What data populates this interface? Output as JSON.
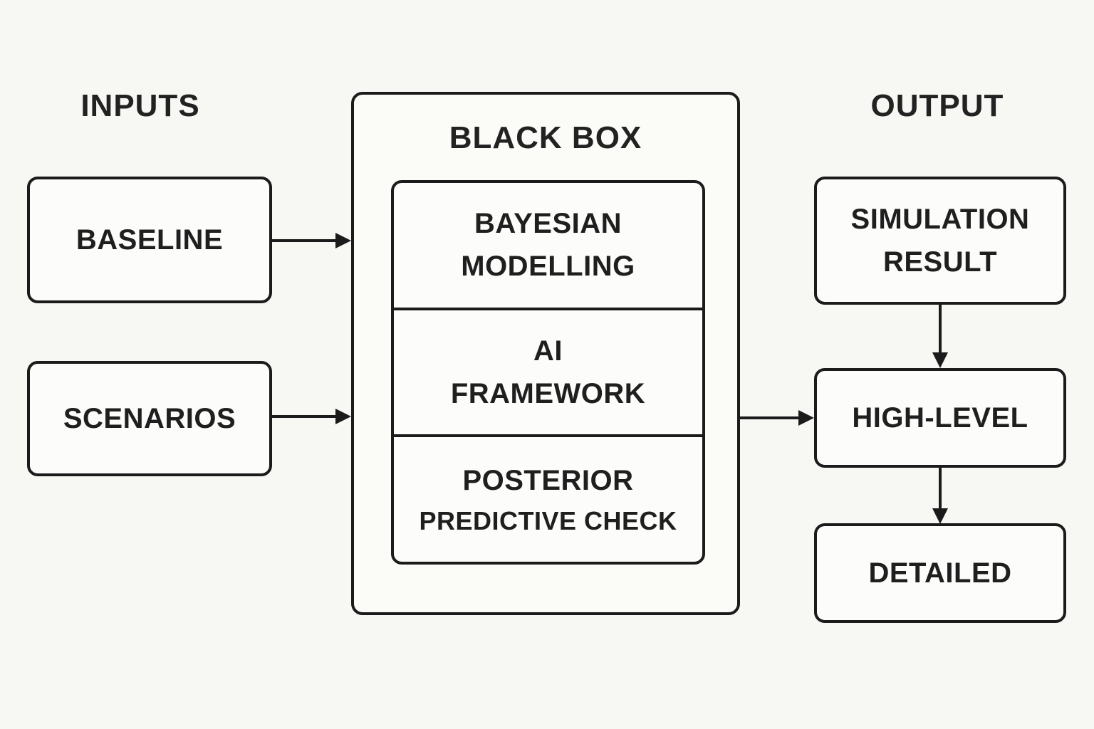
{
  "labels": {
    "inputs_column": "INPUTS",
    "output_column": "OUTPUT"
  },
  "nodes": {
    "baseline": {
      "label": "BASELINE"
    },
    "scenarios": {
      "label": "SCENARIOS"
    },
    "black_box": {
      "title": "BLACK BOX",
      "stages": [
        {
          "name": "bayesian-modelling",
          "lines": [
            "BAYESIAN",
            "MODELLING"
          ]
        },
        {
          "name": "ai-framework",
          "lines": [
            "AI",
            "FRAMEWORK"
          ]
        },
        {
          "name": "posterior-predictive-check",
          "lines": [
            "POSTERIOR",
            "PREDICTIVE CHECK"
          ]
        }
      ]
    },
    "simulation_result": {
      "lines": [
        "SIMULATION",
        "RESULT"
      ]
    },
    "high_level": {
      "label": "HIGH-LEVEL"
    },
    "detailed": {
      "label": "DETAILED"
    }
  },
  "connections": [
    {
      "from": "BASELINE",
      "to": "BLACK BOX"
    },
    {
      "from": "SCENARIOS",
      "to": "BLACK BOX"
    },
    {
      "from": "BLACK BOX",
      "to": "HIGH-LEVEL"
    },
    {
      "from": "SIMULATION RESULT",
      "to": "HIGH-LEVEL"
    },
    {
      "from": "HIGH-LEVEL",
      "to": "DETAILED"
    }
  ],
  "colors": {
    "background": "#f7f7f4",
    "box_fill": "#fcfcfa",
    "border": "#1b1b1b",
    "text": "#1f1f1f"
  }
}
